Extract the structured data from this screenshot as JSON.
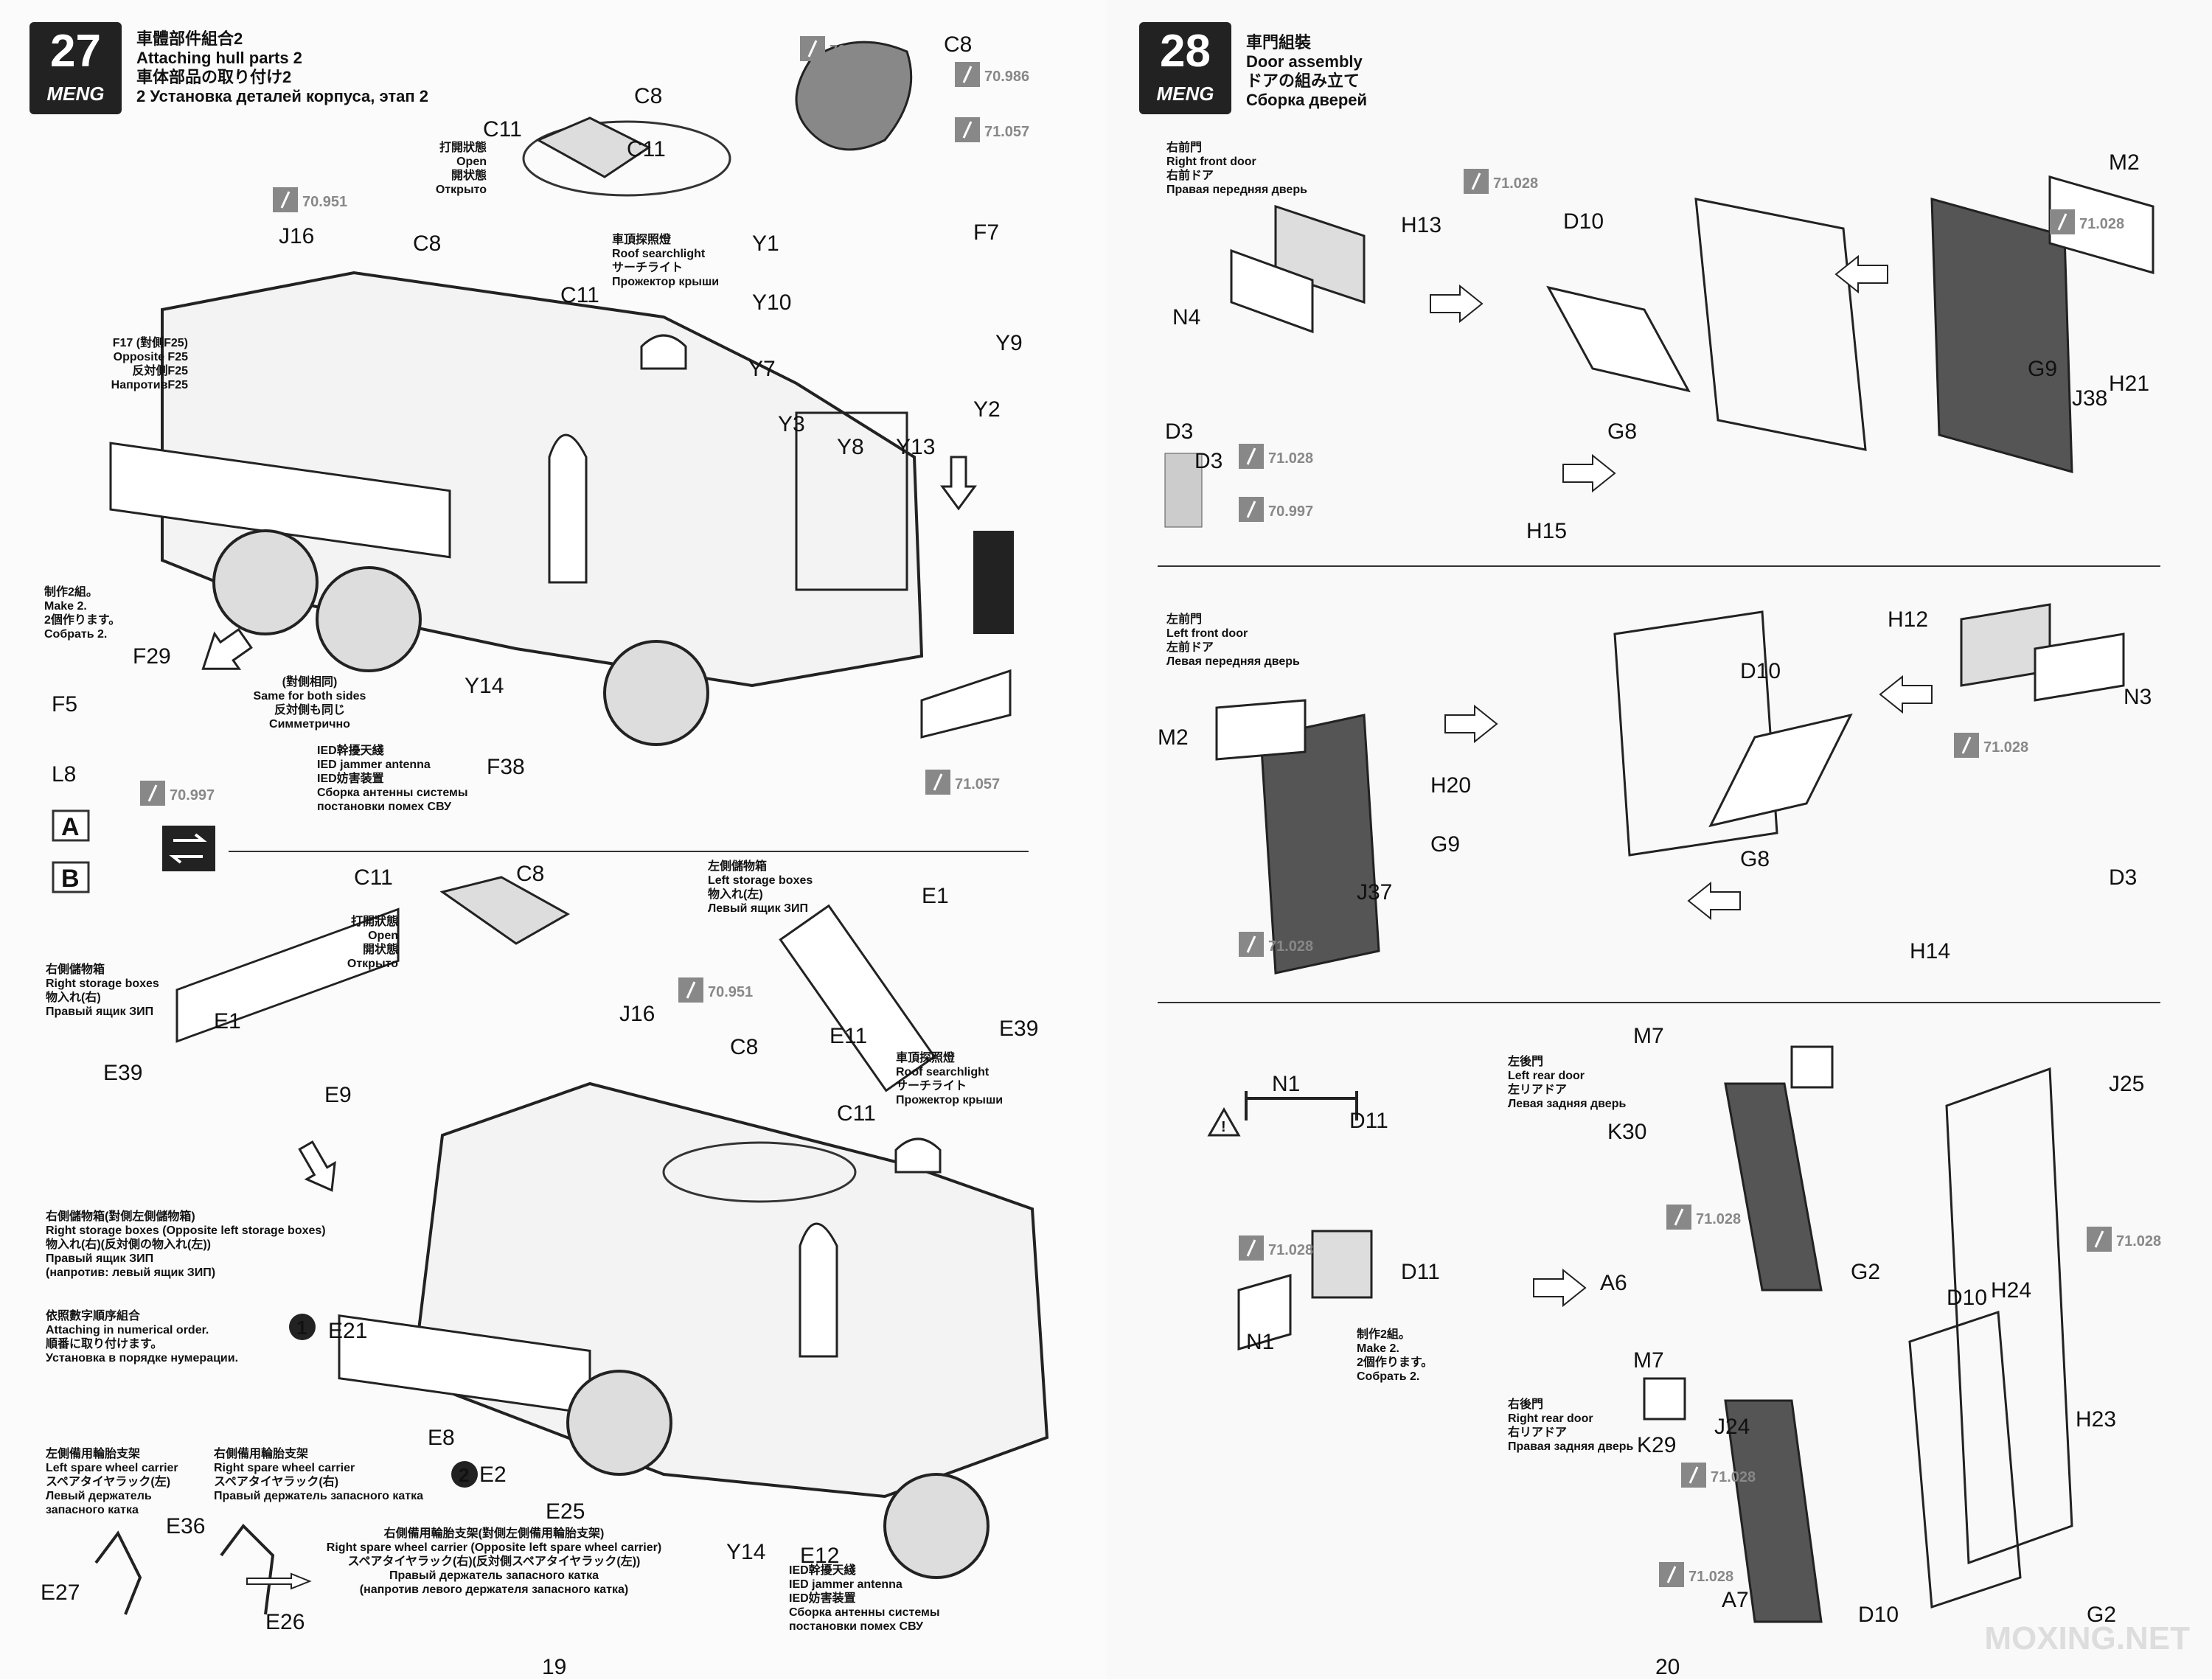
{
  "left_page": {
    "page_number": "19",
    "step": {
      "number": "27",
      "brand": "MENG",
      "title_cn": "車體部件組合2",
      "title_en": "Attaching hull parts 2",
      "title_jp": "車体部品の取り付け2",
      "title_ru": "2 Установка деталей корпуса, этап 2"
    },
    "panel_a": {
      "open_note": [
        "打開狀態",
        "Open",
        "開状態",
        "Открыто"
      ],
      "searchlight": [
        "車頂探照燈",
        "Roof searchlight",
        "サーチライト",
        "Прожектор крыши"
      ],
      "opposite": [
        "F17 (對側F25)",
        "Opposite F25",
        "反対側F25",
        "НапротивF25"
      ],
      "make2": [
        "制作2組。",
        "Make 2.",
        "2個作ります。",
        "Собрать 2."
      ],
      "same_both": [
        "(對側相同)",
        "Same for both sides",
        "反対側も同じ",
        "Симметрично"
      ],
      "antenna": [
        "IED幹擾天綫",
        "IED jammer antenna",
        "IED妨害装置",
        "Сборка антенны системы",
        "постановки помех СВУ"
      ],
      "parts": [
        "C11",
        "C8",
        "C11",
        "C8",
        "J16",
        "C8",
        "C11",
        "Y1",
        "F7",
        "Y10",
        "Y9",
        "Y7",
        "Y3",
        "Y2",
        "Y8",
        "Y13",
        "F29",
        "F5",
        "L8",
        "Y14",
        "F38"
      ],
      "paints": [
        "70.997",
        "70.986",
        "71.057",
        "70.951",
        "70.997",
        "71.057"
      ]
    },
    "labels": {
      "a": "A",
      "b": "B"
    },
    "panel_b": {
      "open_note": [
        "打開狀態",
        "Open",
        "開状態",
        "Открыто"
      ],
      "right_boxes": [
        "右側儲物箱",
        "Right storage boxes",
        "物入れ(右)",
        "Правый ящик ЗИП"
      ],
      "left_boxes": [
        "左側儲物箱",
        "Left storage boxes",
        "物入れ(左)",
        "Левый ящик ЗИП"
      ],
      "searchlight": [
        "車頂探照燈",
        "Roof searchlight",
        "サーチライト",
        "Прожектор крыши"
      ],
      "right_opp": [
        "右側儲物箱(對側左側儲物箱)",
        "Right storage boxes (Opposite left storage boxes)",
        "物入れ(右)(反対側の物入れ(左))",
        "Правый ящик ЗИП",
        "(напротив: левый ящик ЗИП)"
      ],
      "numeric": [
        "依照數字順序組合",
        "Attaching in numerical order.",
        "順番に取り付けます。",
        "Установка в порядке нумерации."
      ],
      "left_carrier": [
        "左側備用輪胎支架",
        "Left spare wheel carrier",
        "スペアタイヤラック(左)",
        "Левый держатель",
        "запасного катка"
      ],
      "right_carrier": [
        "右側備用輪胎支架",
        "Right spare wheel carrier",
        "スペアタイヤラック(右)",
        "Правый держатель запасного катка"
      ],
      "right_carrier_opp": [
        "右側備用輪胎支架(對側左側備用輪胎支架)",
        "Right spare wheel carrier (Opposite left spare wheel carrier)",
        "スペアタイヤラック(右)(反対側スペアタイヤラック(左))",
        "Правый держатель запасного катка",
        "(напротив левого держателя запасного катка)"
      ],
      "antenna": [
        "IED幹擾天綫",
        "IED jammer antenna",
        "IED妨害装置",
        "Сборка антенны системы",
        "постановки помех СВУ"
      ],
      "parts": [
        "C11",
        "C8",
        "E1",
        "E39",
        "E9",
        "E1",
        "E11",
        "E39",
        "J16",
        "C8",
        "C11",
        "E21",
        "E8",
        "E2",
        "E25",
        "E36",
        "E27",
        "E26",
        "Y14",
        "E12"
      ],
      "paints": [
        "70.951"
      ]
    }
  },
  "right_page": {
    "page_number": "20",
    "watermark": "MOXING.NET",
    "step": {
      "number": "28",
      "brand": "MENG",
      "title_cn": "車門組裝",
      "title_en": "Door assembly",
      "title_jp": "ドアの組み立て",
      "title_ru": "Сборка дверей"
    },
    "panel1": {
      "door": [
        "右前門",
        "Right front door",
        "右前ドア",
        "Правая передняя дверь"
      ],
      "parts": [
        "H13",
        "N4",
        "D10",
        "G8",
        "M2",
        "G9",
        "J38",
        "H21",
        "D3",
        "D3",
        "H15"
      ],
      "paints": [
        "71.028",
        "71.028",
        "71.028",
        "70.997"
      ]
    },
    "panel2": {
      "door": [
        "左前門",
        "Left front door",
        "左前ドア",
        "Левая передняя дверь"
      ],
      "parts": [
        "M2",
        "H20",
        "G9",
        "J37",
        "D10",
        "G8",
        "H12",
        "N3",
        "D3",
        "H14"
      ],
      "paints": [
        "71.028",
        "71.028"
      ]
    },
    "panel3": {
      "rear_left": [
        "左後門",
        "Left rear door",
        "左リアドア",
        "Левая задняя дверь"
      ],
      "rear_right": [
        "右後門",
        "Right rear door",
        "右リアドア",
        "Правая задняя дверь"
      ],
      "make2": [
        "制作2組。",
        "Make 2.",
        "2個作ります。",
        "Собрать 2."
      ],
      "parts": [
        "N1",
        "D11",
        "D11",
        "N1",
        "M7",
        "K30",
        "A6",
        "J25",
        "G2",
        "D10",
        "H24",
        "M7",
        "K29",
        "J24",
        "H23",
        "A7",
        "D10",
        "G2"
      ],
      "paints": [
        "71.028",
        "71.028",
        "71.028",
        "71.028",
        "71.028"
      ]
    }
  }
}
